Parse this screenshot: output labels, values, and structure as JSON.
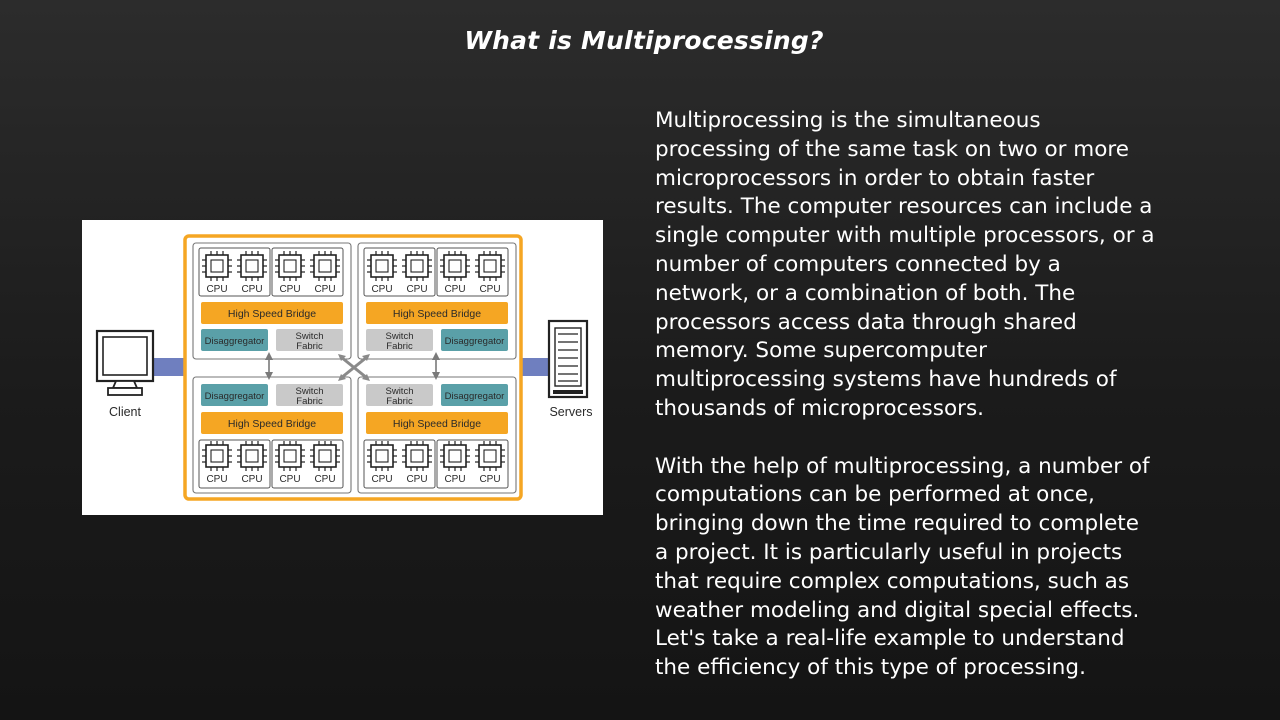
{
  "slide": {
    "title": "What is Multiprocessing?",
    "paragraphs": [
      "Multiprocessing is the simultaneous\nprocessing of the same task on two or more\nmicroprocessors in order to obtain faster\nresults. The computer resources can include a\nsingle computer with multiple processors, or a\nnumber of computers connected by a\nnetwork, or a combination of both. The\nprocessors access data through shared\nmemory. Some supercomputer\nmultiprocessing systems have hundreds of\nthousands of microprocessors.",
      "With the help of multiprocessing, a number of\ncomputations can be performed at once,\nbringing down the time required to complete\na project. It is particularly useful in projects\nthat require complex computations, such as\nweather modeling and digital special effects.\nLet's take a real-life example to understand\nthe efficiency of this type of processing."
    ]
  },
  "diagram": {
    "client_label": "Client",
    "servers_label": "Servers",
    "cpu_label": "CPU",
    "bridge_label": "High Speed Bridge",
    "disaggregator_label": "Disaggregator",
    "switch_label_1": "Switch",
    "switch_label_2": "Fabric",
    "colors": {
      "frame": "#f5a623",
      "bridge": "#f5a623",
      "disaggregator": "#5aa0a8",
      "switch": "#c9c9c9",
      "link": "#6f7fbf"
    }
  }
}
